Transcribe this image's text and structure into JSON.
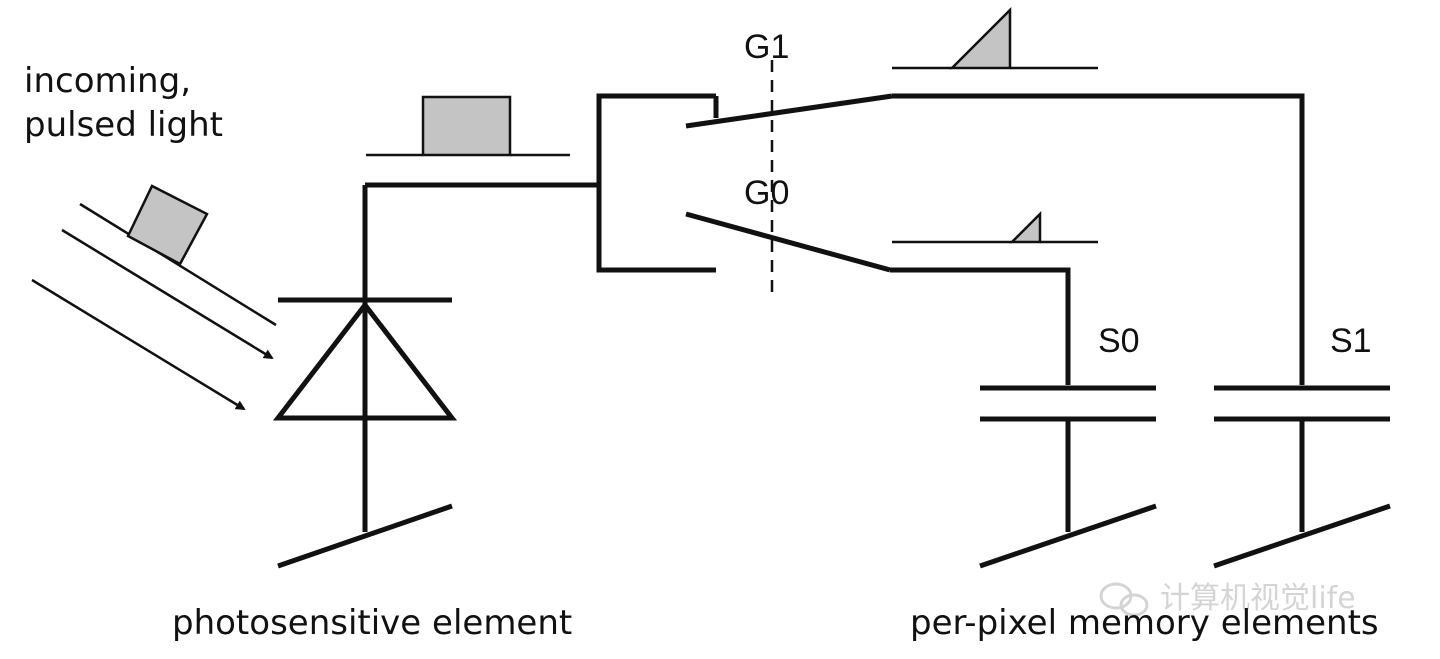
{
  "labels": {
    "incoming_line1": "incoming,",
    "incoming_line2": "pulsed light",
    "g1": "G1",
    "g0": "G0",
    "s0": "S0",
    "s1": "S1",
    "photosensitive": "photosensitive element",
    "memory": "per-pixel memory elements"
  },
  "watermark": {
    "text": "计算机视觉life",
    "icon": "wechat-icon"
  },
  "colors": {
    "wire": "#111111",
    "pulse_fill": "#c4c4c4",
    "watermark": "#d0d0d0"
  }
}
